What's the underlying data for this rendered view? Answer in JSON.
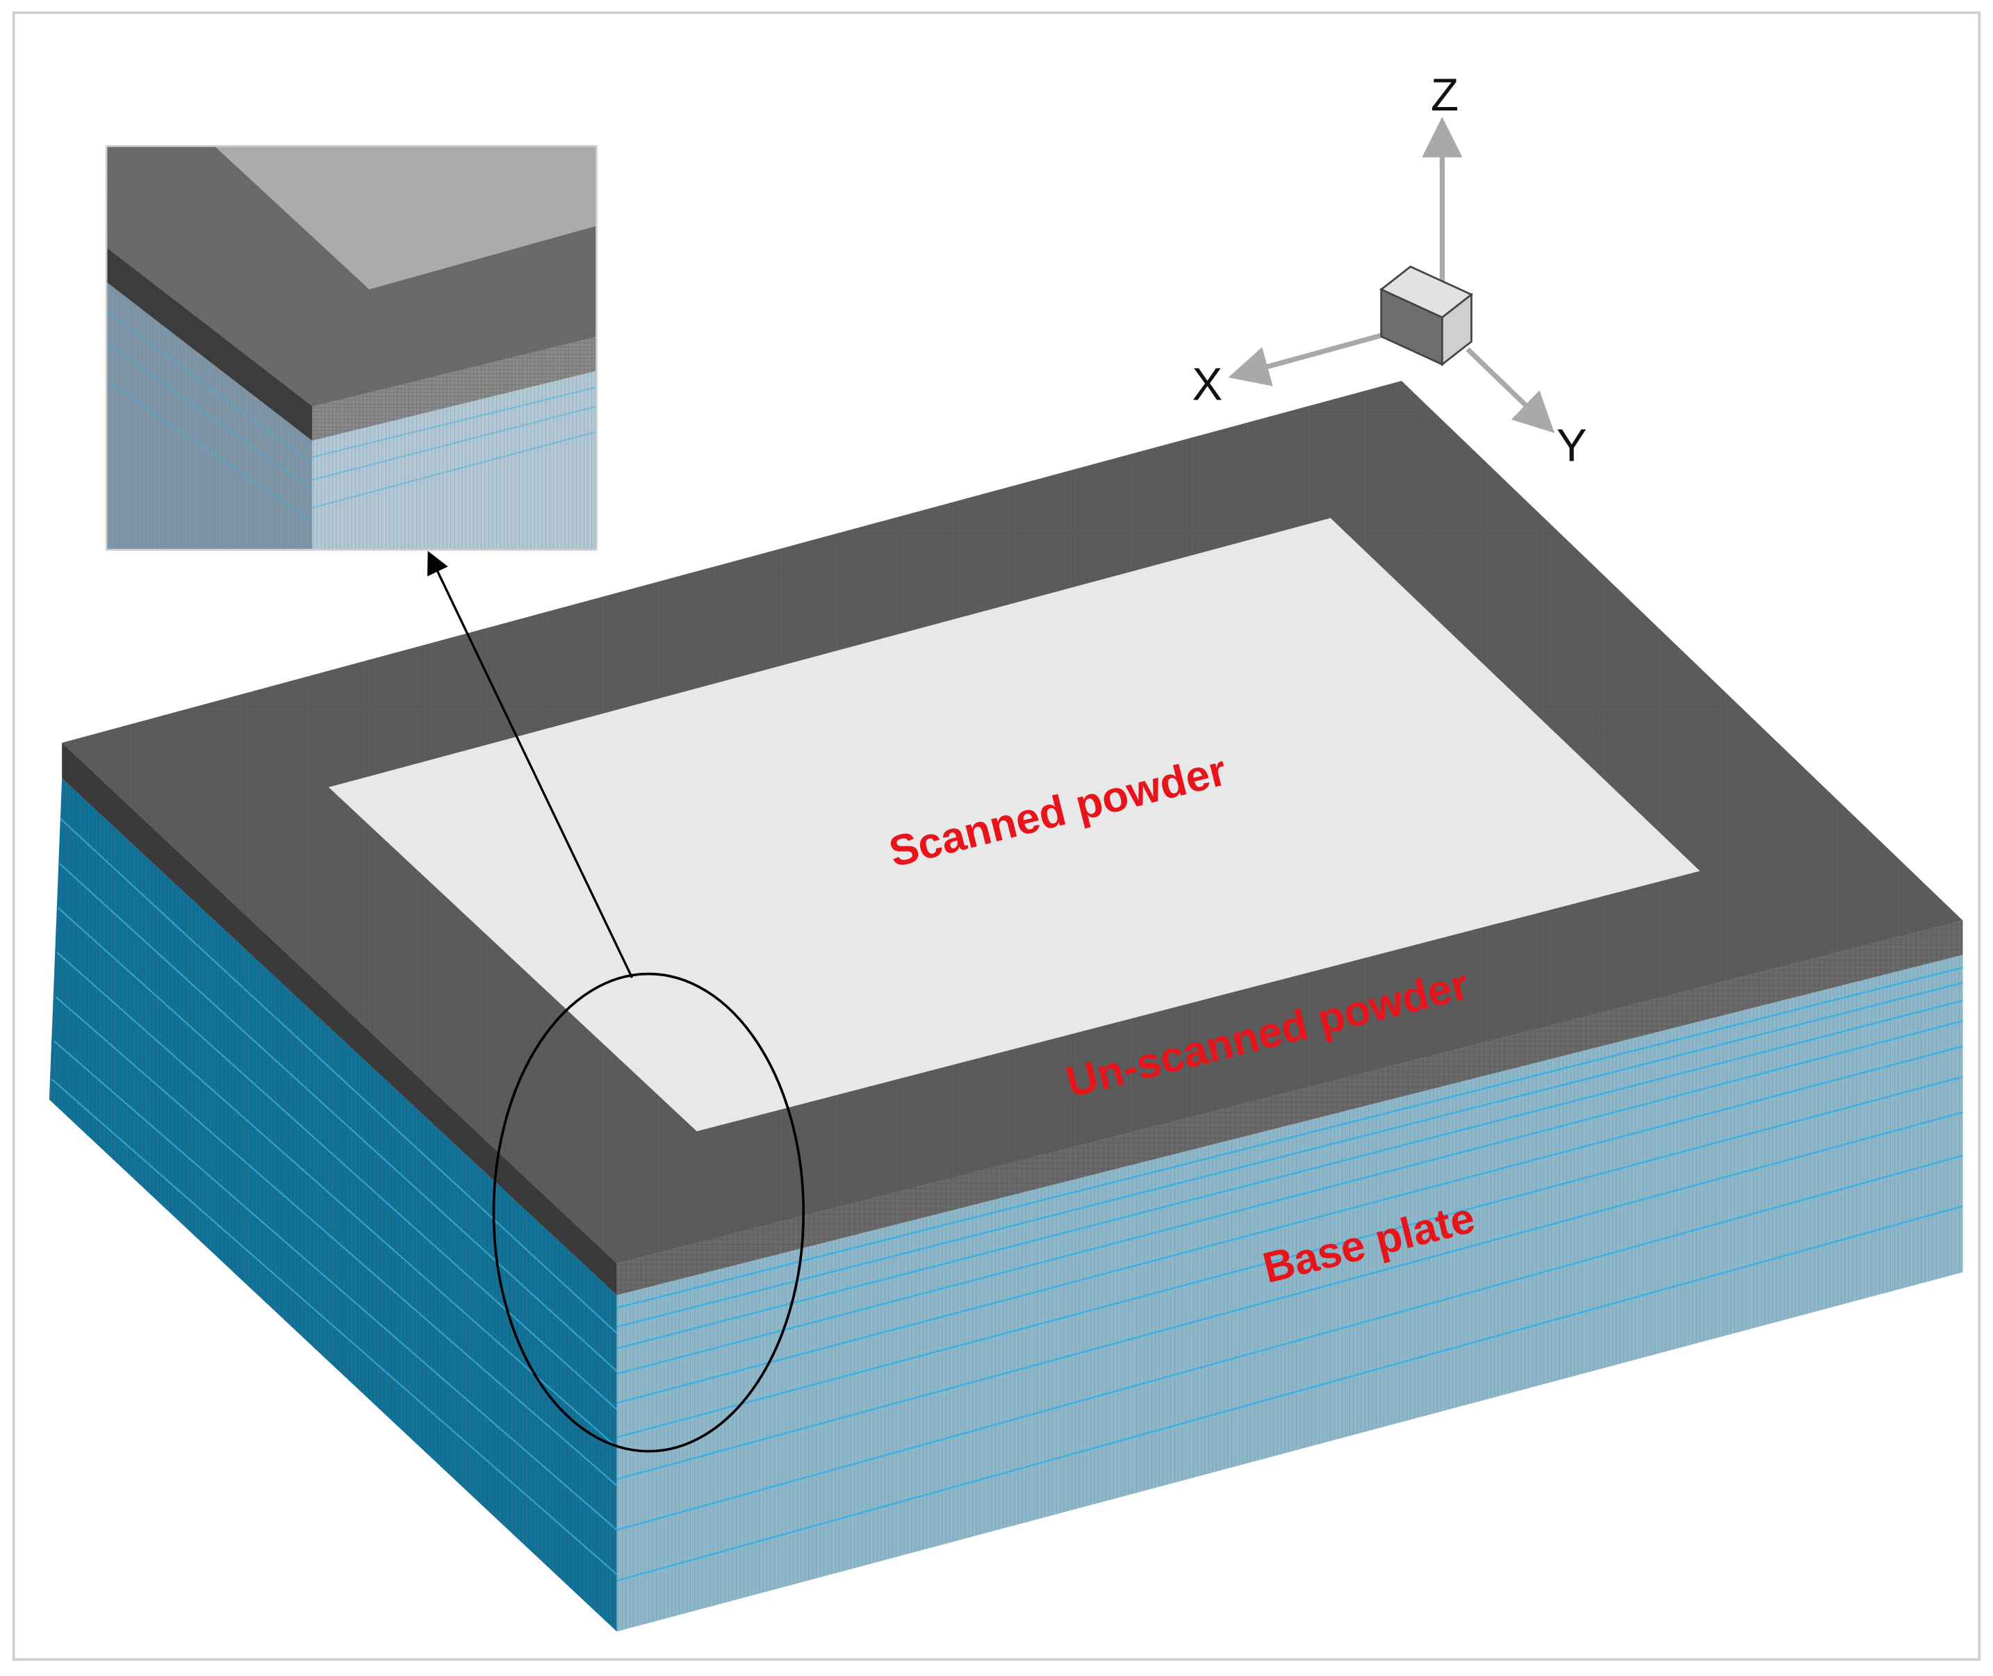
{
  "regions": {
    "scanned": "Scanned powder",
    "unscanned": "Un-scanned powder",
    "base": "Base plate"
  },
  "axes": {
    "x": "X",
    "y": "Y",
    "z": "Z"
  },
  "colors": {
    "label": "#e8141c",
    "scanned_fill": "#e8e8e8",
    "powder_top": "#5c5c5c",
    "powder_edge": "#3a3a3a",
    "base_front": "#8fb7ca",
    "base_left": "#0f6f95",
    "mesh_line": "#2ab0e8",
    "triad_arrow": "#a9a9a9"
  }
}
